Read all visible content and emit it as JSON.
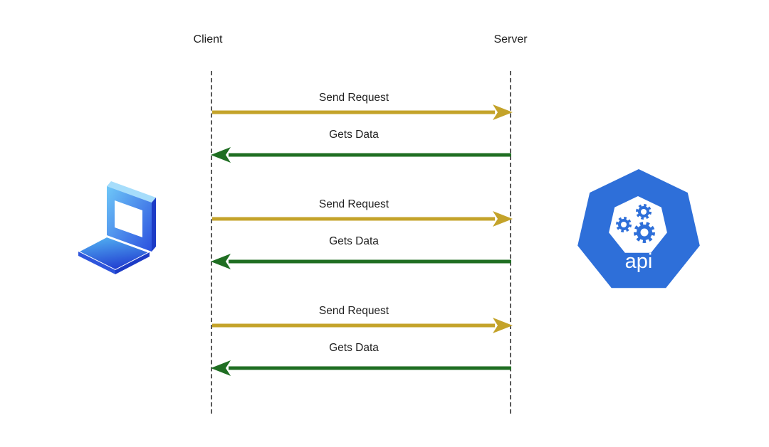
{
  "diagram": {
    "actors": {
      "client": "Client",
      "server": "Server"
    },
    "exchanges": [
      {
        "request": "Send Request",
        "response": "Gets Data"
      },
      {
        "request": "Send Request",
        "response": "Gets Data"
      },
      {
        "request": "Send Request",
        "response": "Gets Data"
      }
    ],
    "api_label": "api",
    "icons": {
      "client": "laptop-icon",
      "server": "api-gears-heptagon-icon"
    },
    "colors": {
      "request_arrow": "#C4A32A",
      "response_arrow": "#1F6E22",
      "lifeline": "#595959",
      "text": "#1F1F1F",
      "api_blue": "#2E6FD9",
      "background": "#FFFFFF"
    }
  }
}
